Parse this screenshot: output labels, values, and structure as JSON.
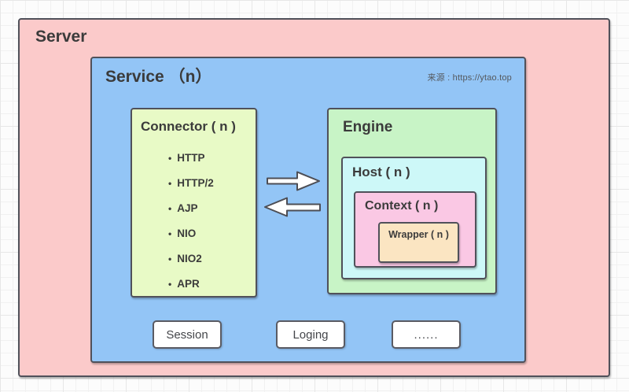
{
  "colors": {
    "server-bg": "#fbcaca",
    "service-bg": "#93c5f6",
    "connector-bg": "#e8fac6",
    "engine-bg": "#c8f4c6",
    "host-bg": "#cdf8f8",
    "context-bg": "#fac8e4",
    "wrapper-bg": "#fbe5c2",
    "pill-bg": "#ffffff",
    "border": "#50515a",
    "text": "#3b3b3b"
  },
  "diagram": {
    "server": {
      "label": "Server"
    },
    "service": {
      "label": "Service （n）",
      "watermark": "来源 : https://ytao.top"
    },
    "connector": {
      "label": "Connector ( n )",
      "items": [
        "HTTP",
        "HTTP/2",
        "AJP",
        "NIO",
        "NIO2",
        "APR"
      ]
    },
    "engine": {
      "label": "Engine"
    },
    "host": {
      "label": "Host ( n )"
    },
    "context": {
      "label": "Context ( n )"
    },
    "wrapper": {
      "label": "Wrapper ( n )"
    },
    "arrows": [
      "request-arrow-right",
      "response-arrow-left"
    ],
    "bottom_boxes": [
      "Session",
      "Loging",
      "......"
    ]
  }
}
